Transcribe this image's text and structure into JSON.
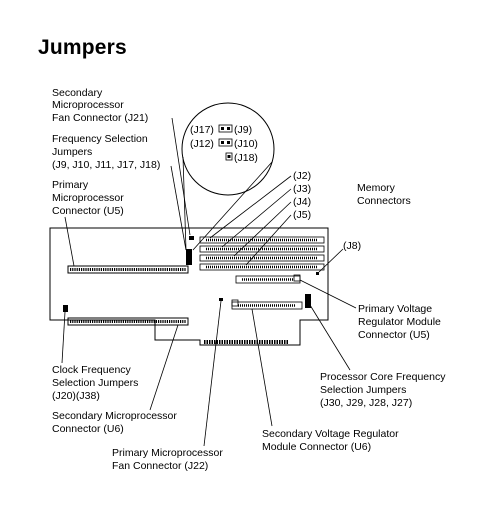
{
  "page": {
    "title": "Jumpers"
  },
  "labels": {
    "secondary_fan": [
      "Secondary",
      "Microprocessor",
      "Fan Connector (J21)"
    ],
    "frequency_selection": [
      "Frequency Selection",
      "Jumpers",
      "(J9, J10, J11, J17, J18)"
    ],
    "primary_connector": [
      "Primary",
      "Microprocessor",
      "Connector (U5)"
    ],
    "memory_connectors": [
      "Memory",
      "Connectors"
    ],
    "j2": "(J2)",
    "j3": "(J3)",
    "j4": "(J4)",
    "j5": "(J5)",
    "j8": "(J8)",
    "primary_vrm": [
      "Primary Voltage",
      "Regulator Module",
      "Connector (U5)"
    ],
    "core_frequency": [
      "Processor Core Frequency",
      "Selection Jumpers",
      "(J30, J29, J28, J27)"
    ],
    "clock_frequency": [
      "Clock Frequency",
      "Selection Jumpers",
      "(J20)(J38)"
    ],
    "secondary_connector": [
      "Secondary Microprocessor",
      "Connector (U6)"
    ],
    "secondary_vrm": [
      "Secondary Voltage Regulator",
      "Module Connector (U6)"
    ],
    "primary_fan": [
      "Primary Microprocessor",
      "Fan Connector (J22)"
    ]
  },
  "inset": {
    "j17": "(J17)",
    "j9": "(J9)",
    "j12": "(J12)",
    "j10": "(J10)",
    "j18": "(J18)"
  }
}
